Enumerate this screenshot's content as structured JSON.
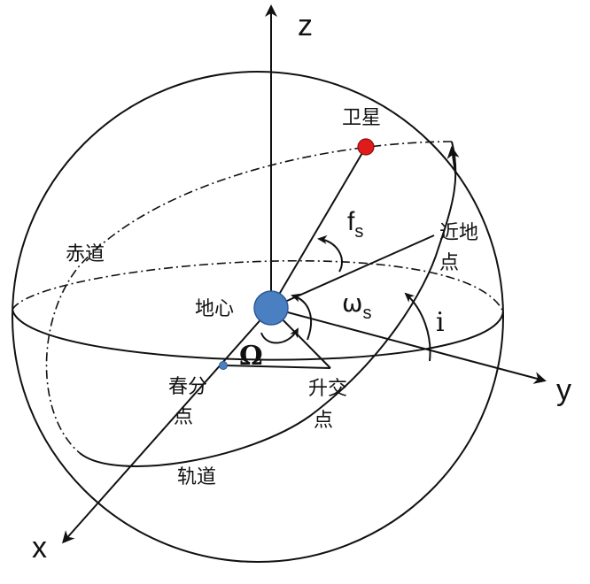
{
  "labels": {
    "axis_z": "z",
    "axis_y": "y",
    "axis_x": "x",
    "satellite": "卫星",
    "equator": "赤道",
    "perigee_line1": "近地",
    "perigee_line2": "点",
    "earth_center": "地心",
    "vernal_equinox_line1": "春分",
    "vernal_equinox_line2": "点",
    "ascending_node_line1": "升交",
    "ascending_node_line2": "点",
    "orbit": "轨道",
    "true_anomaly": "f",
    "true_anomaly_sub": "s",
    "arg_perigee": "ω",
    "arg_perigee_sub": "s",
    "raan": "Ω",
    "inclination": "i"
  },
  "colors": {
    "line": "#111111",
    "satellite": "#e01b1b",
    "earth": "#4a7fc1",
    "background": "#ffffff"
  }
}
